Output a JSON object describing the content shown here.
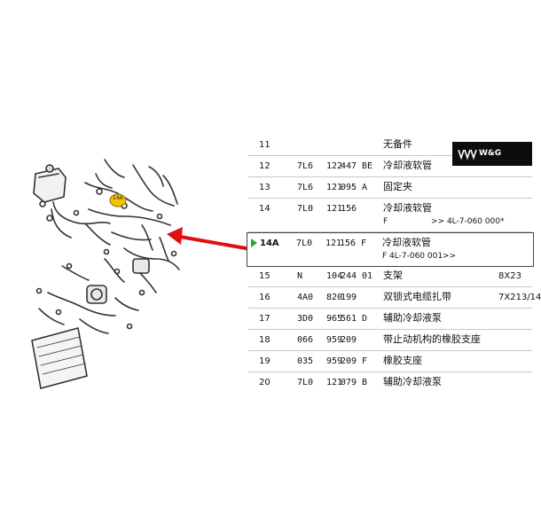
{
  "logo": {
    "text": "W&G",
    "mark": "vvv-logo-mark"
  },
  "rows": [
    {
      "pos": "11",
      "pn": [
        "",
        "",
        "",
        ""
      ],
      "desc": "无备件",
      "note": "",
      "note2": "",
      "qty": ""
    },
    {
      "pos": "12",
      "pn": [
        "7L6",
        "122",
        "447",
        "BE"
      ],
      "desc": "冷却液软管",
      "note": "",
      "note2": "",
      "qty": ""
    },
    {
      "pos": "13",
      "pn": [
        "7L6",
        "121",
        "095",
        "A"
      ],
      "desc": "固定夹",
      "note": "",
      "note2": "",
      "qty": ""
    },
    {
      "pos": "14",
      "pn": [
        "7L0",
        "121",
        "156",
        ""
      ],
      "desc": "冷却液软管",
      "note": "F",
      "note2": ">> 4L-7-060 000*",
      "qty": ""
    },
    {
      "pos": "14A",
      "pn": [
        "7L0",
        "121",
        "156",
        "F"
      ],
      "desc": "冷却液软管",
      "note": "F 4L-7-060 001>>",
      "note2": "",
      "qty": ""
    },
    {
      "pos": "15",
      "pn": [
        "N",
        "104",
        "244",
        "01"
      ],
      "desc": "支架",
      "note": "",
      "note2": "",
      "qty": "8X23"
    },
    {
      "pos": "16",
      "pn": [
        "4A0",
        "820",
        "199",
        ""
      ],
      "desc": "双锁式电缆扎带",
      "note": "",
      "note2": "",
      "qty": "7X213/14"
    },
    {
      "pos": "17",
      "pn": [
        "3D0",
        "965",
        "561",
        "D"
      ],
      "desc": "辅助冷却液泵",
      "note": "",
      "note2": "",
      "qty": ""
    },
    {
      "pos": "18",
      "pn": [
        "066",
        "959",
        "209",
        ""
      ],
      "desc": "带止动机构的橡胶支座",
      "note": "",
      "note2": "",
      "qty": ""
    },
    {
      "pos": "19",
      "pn": [
        "035",
        "959",
        "209",
        "F"
      ],
      "desc": "橡胶支座",
      "note": "",
      "note2": "",
      "qty": ""
    },
    {
      "pos": "20",
      "pn": [
        "7L0",
        "121",
        "079",
        "B"
      ],
      "desc": "辅助冷却液泵",
      "note": "",
      "note2": "",
      "qty": ""
    }
  ],
  "colors": {
    "arrow": "#e01010",
    "play_marker": "#2aa32a",
    "part_highlight": "#f3c300",
    "logo_bg": "#0d0d0d"
  },
  "diagram": {
    "callout_label": "14A",
    "highlighted_part": "14A"
  }
}
